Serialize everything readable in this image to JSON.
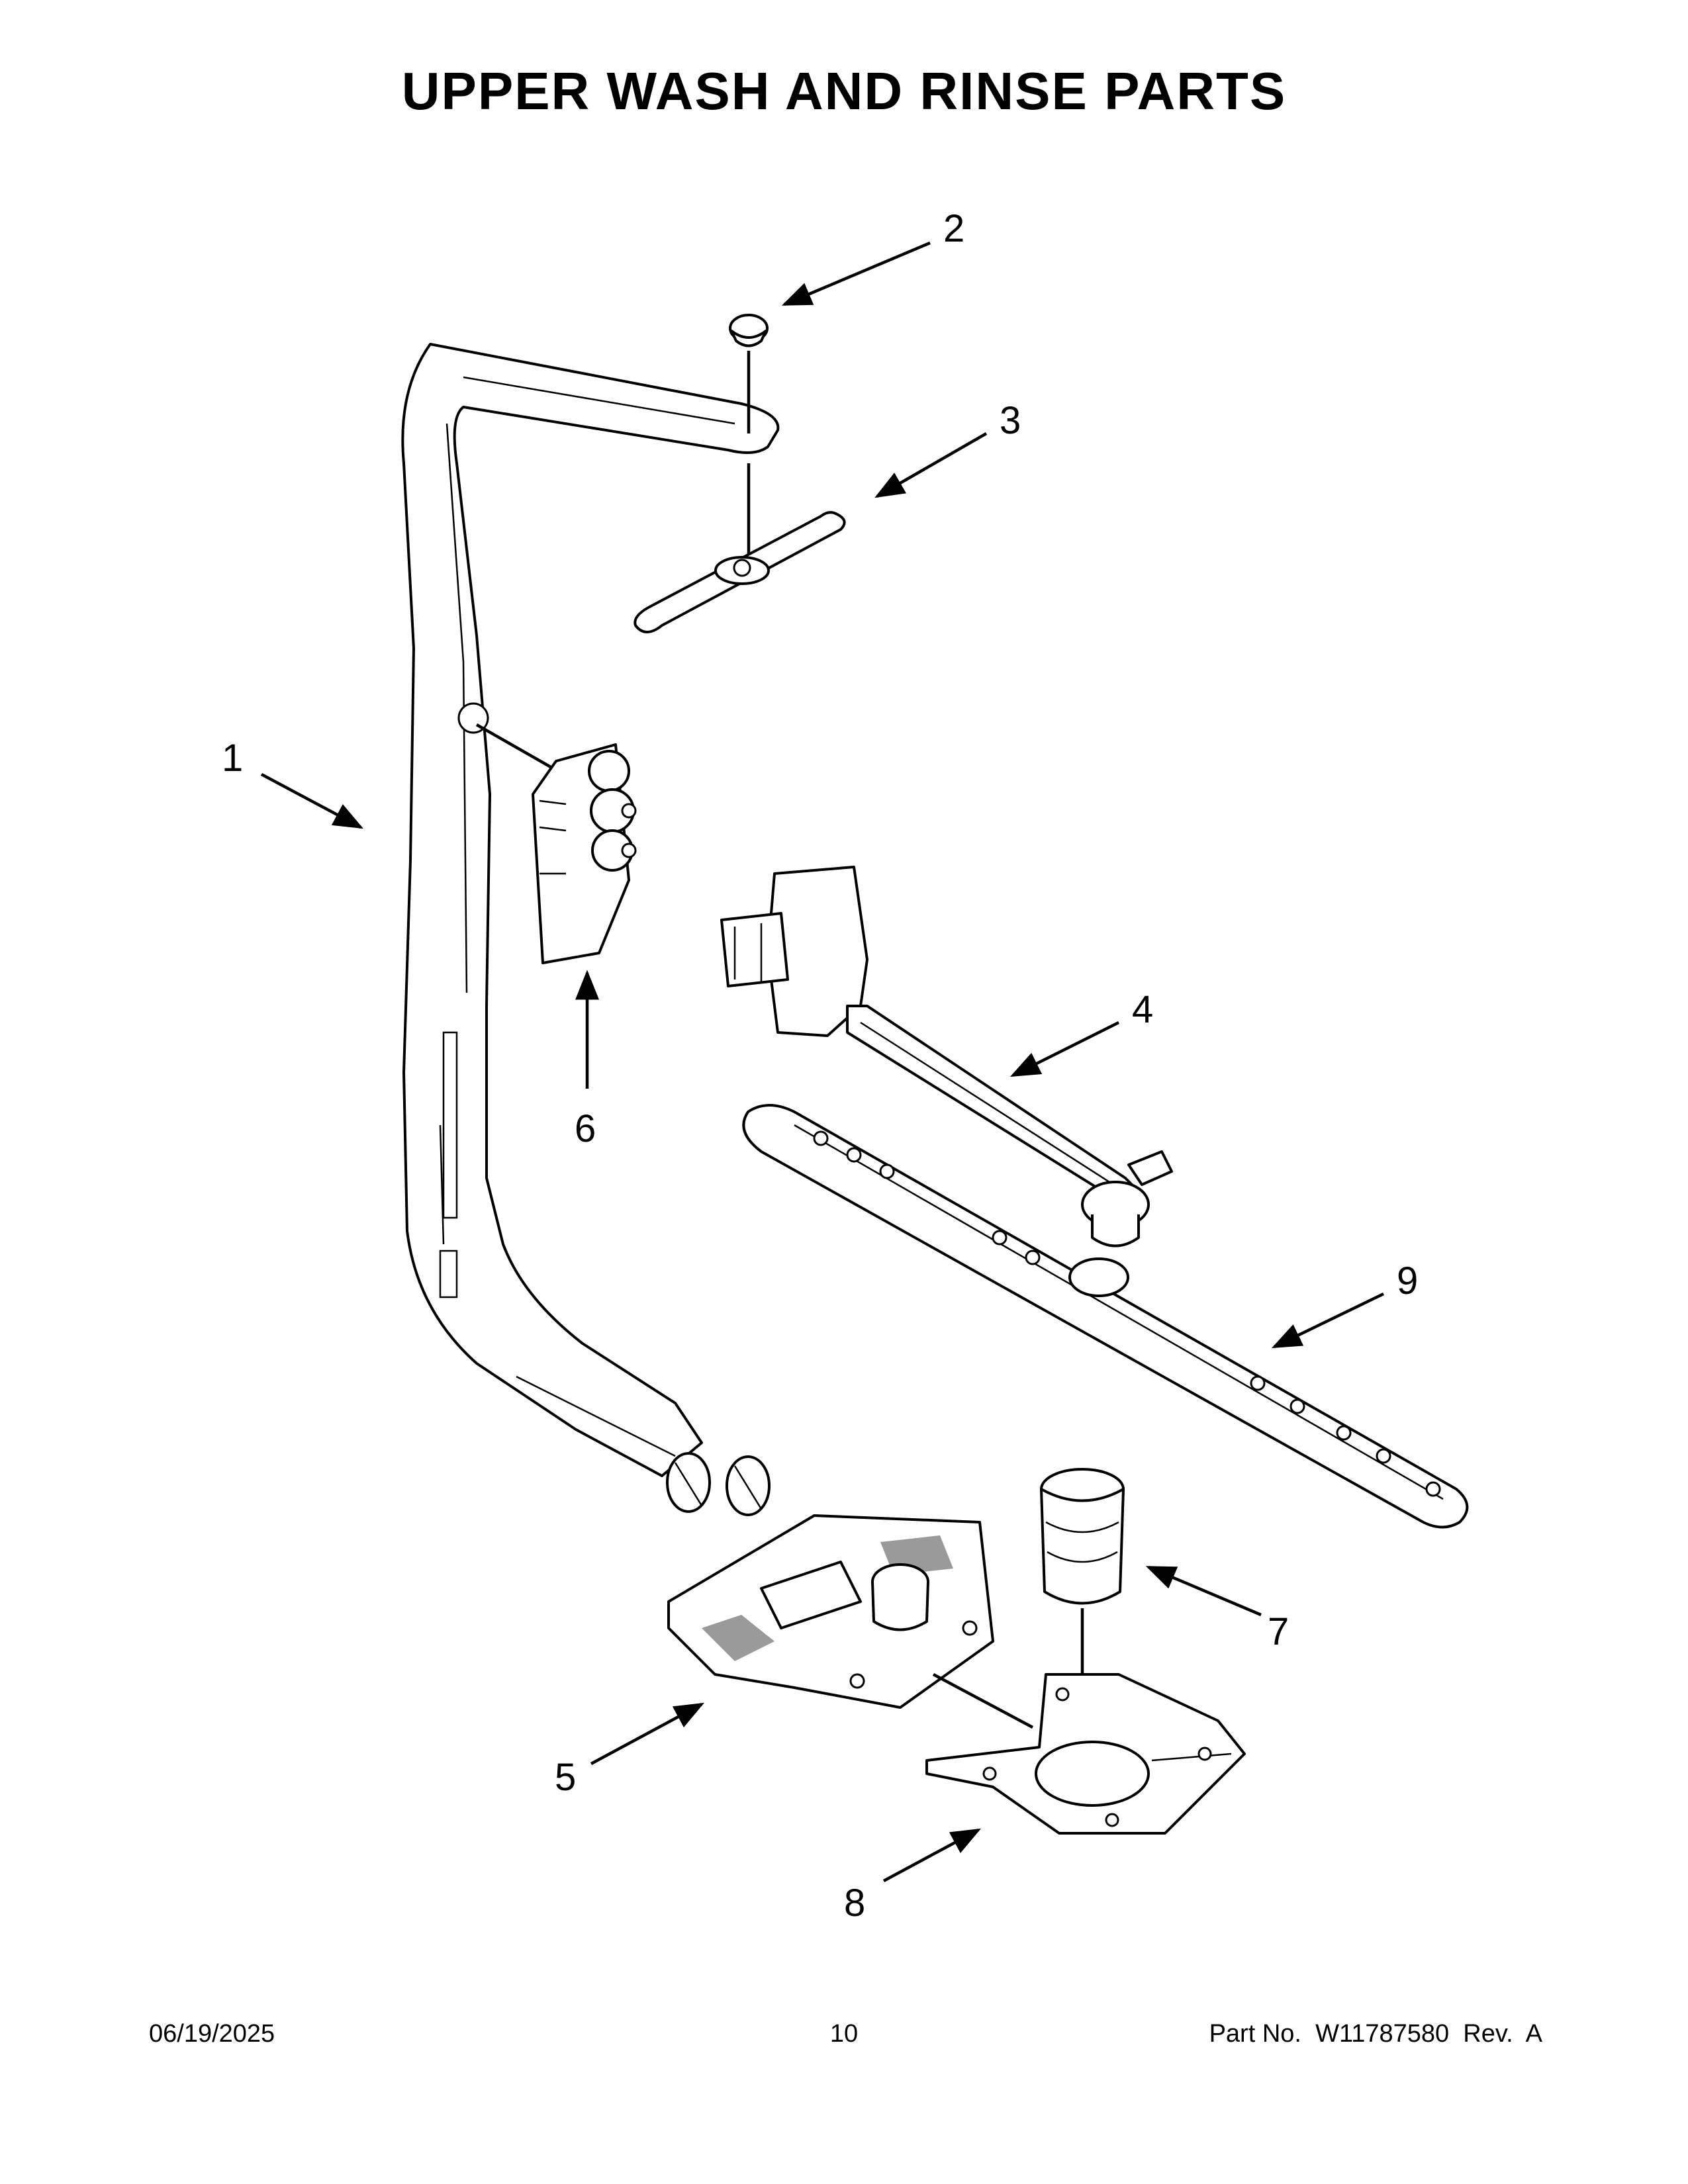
{
  "header": {
    "title": "UPPER WASH AND RINSE PARTS"
  },
  "callouts": [
    "1",
    "2",
    "3",
    "4",
    "5",
    "6",
    "7",
    "8",
    "9"
  ],
  "footer": {
    "date": "06/19/2025",
    "page_number": "10",
    "part_number": "Part No.  W11787580  Rev.  A"
  }
}
